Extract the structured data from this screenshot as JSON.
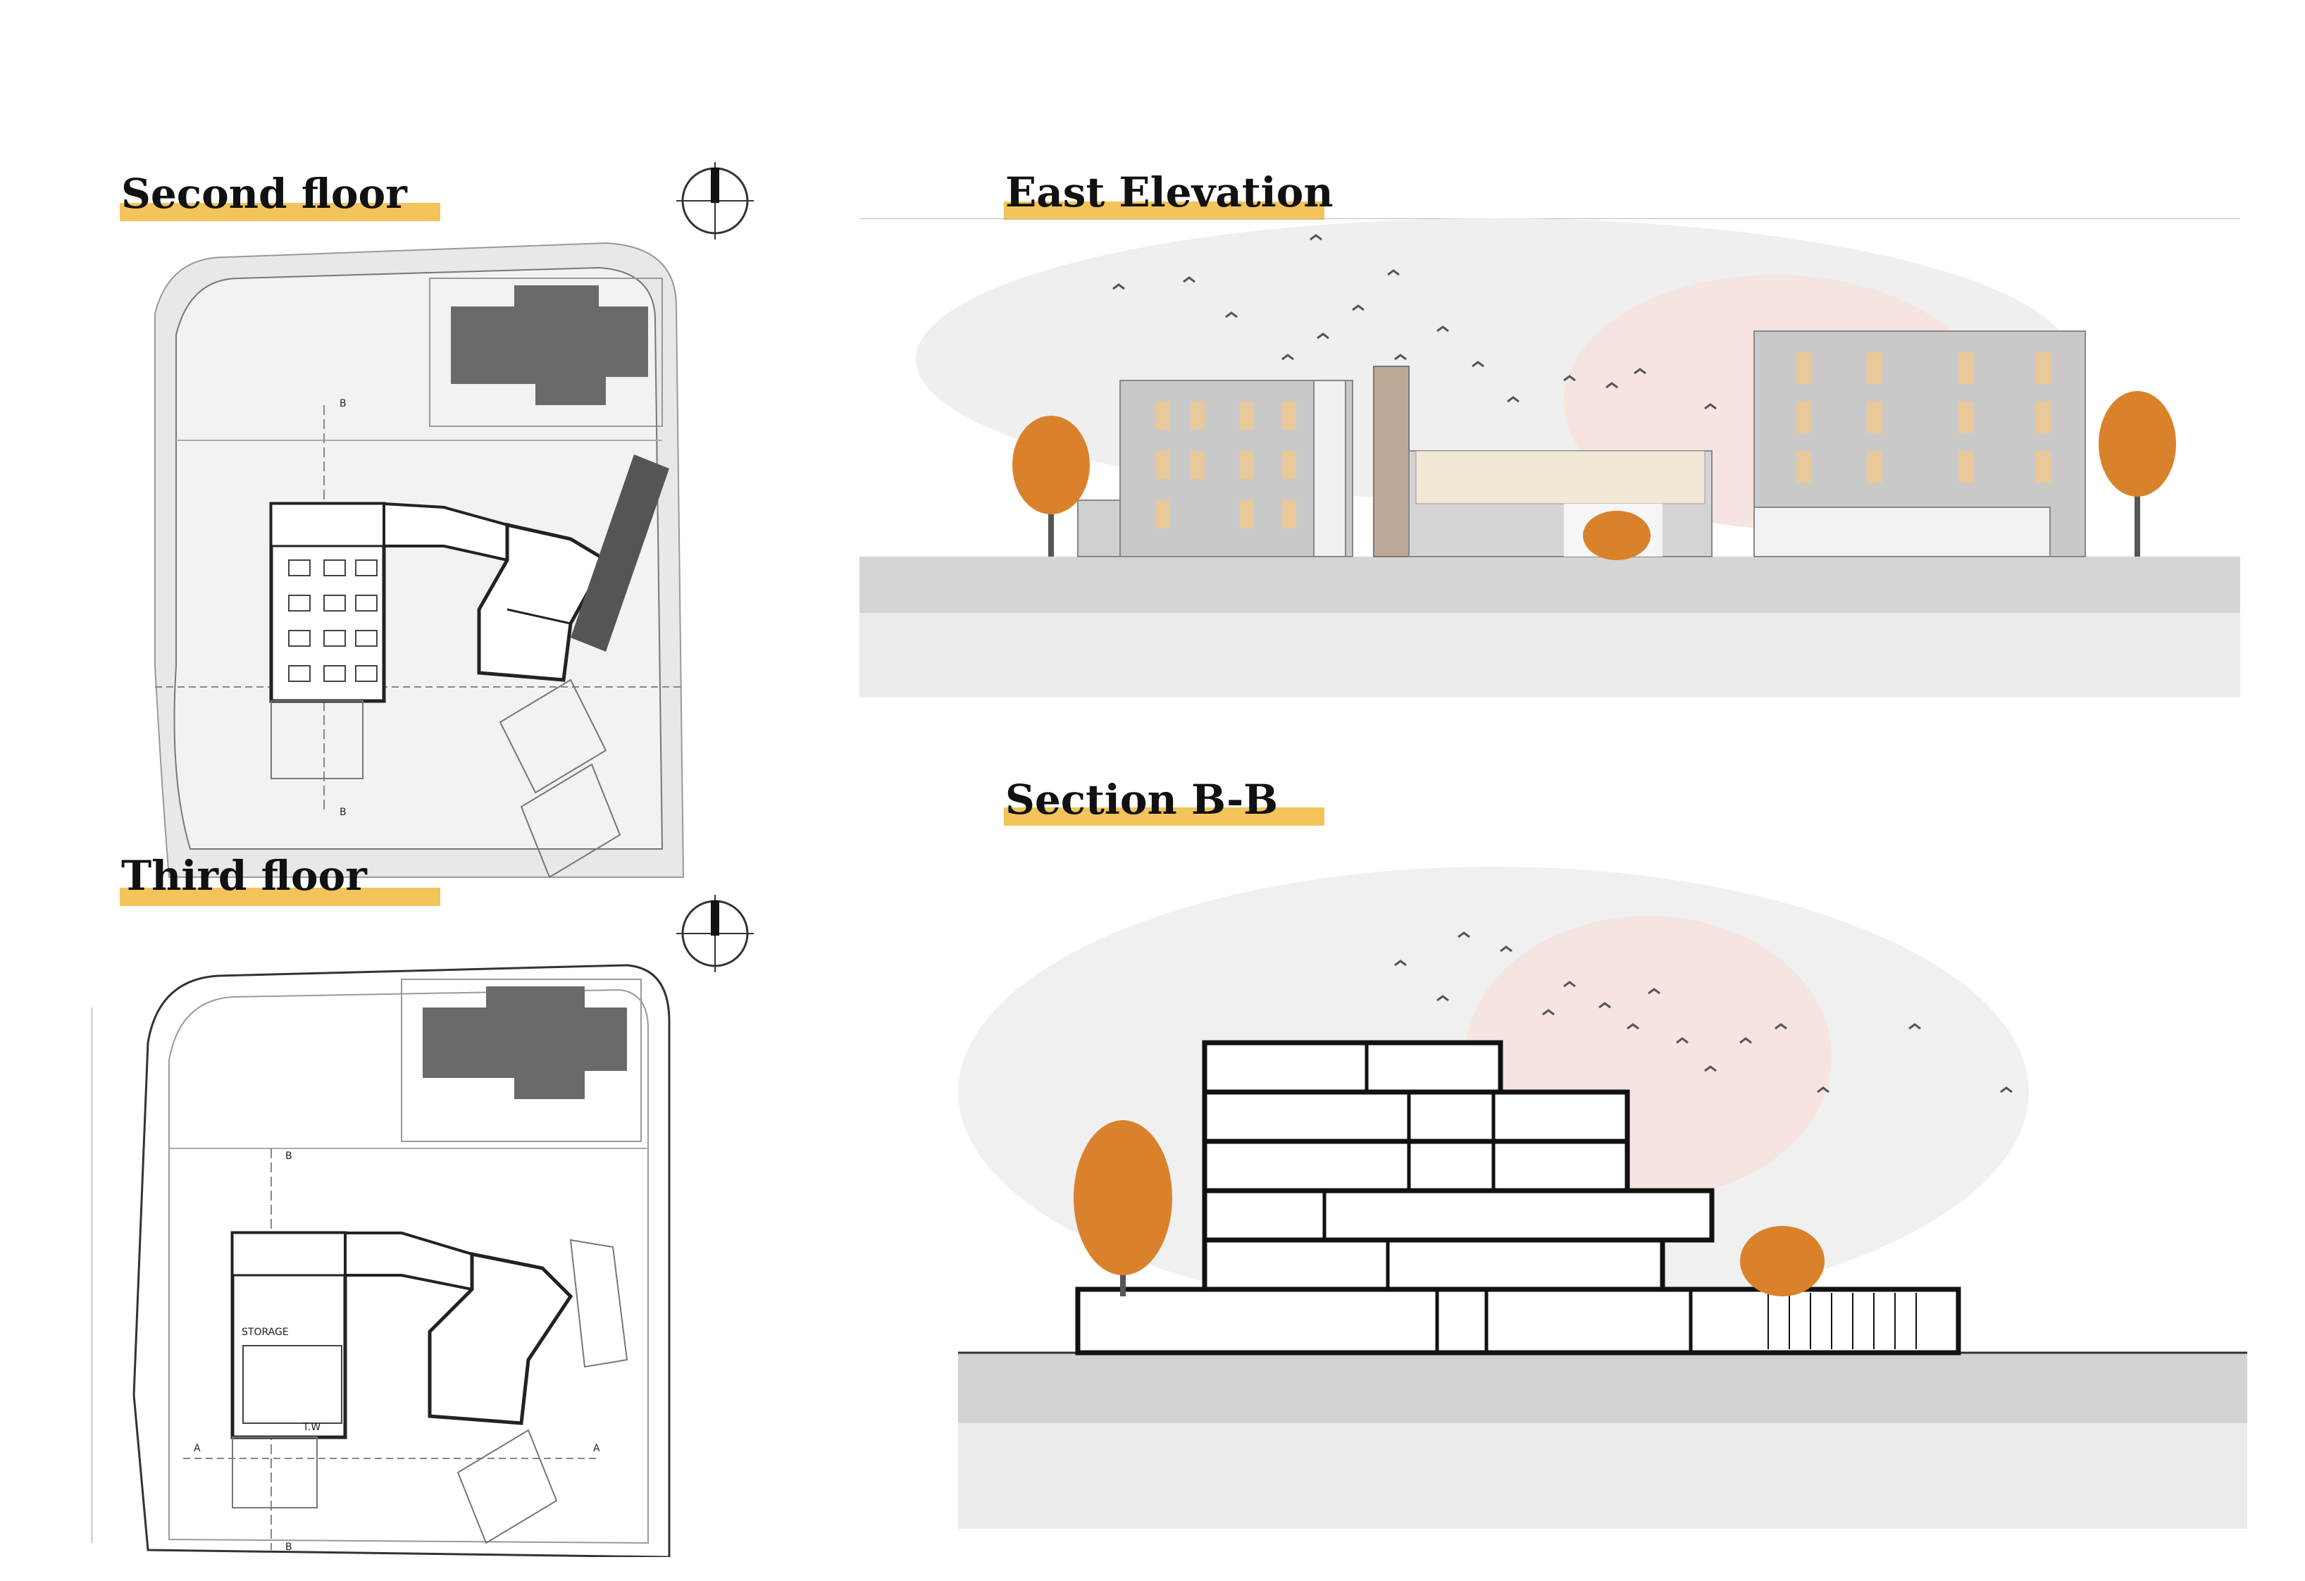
{
  "panels": {
    "second_floor": {
      "title": "Second floor",
      "section_marker": "B"
    },
    "third_floor": {
      "title": "Third floor",
      "section_marker_b": "B",
      "section_marker_a": "A",
      "room_storage": "STORAGE",
      "room_wc": "T.W"
    },
    "east_elevation": {
      "title": "East Elevation"
    },
    "section_bb": {
      "title": "Section B-B"
    }
  },
  "colors": {
    "accent_bar": "#f2c45a",
    "foliage": "#d9822b",
    "facade": "#c9c9c9",
    "window_accent": "#e9c89a"
  },
  "icons": {
    "north_arrow": "north-arrow-icon",
    "bird": "bird-icon",
    "tree": "tree-icon"
  }
}
